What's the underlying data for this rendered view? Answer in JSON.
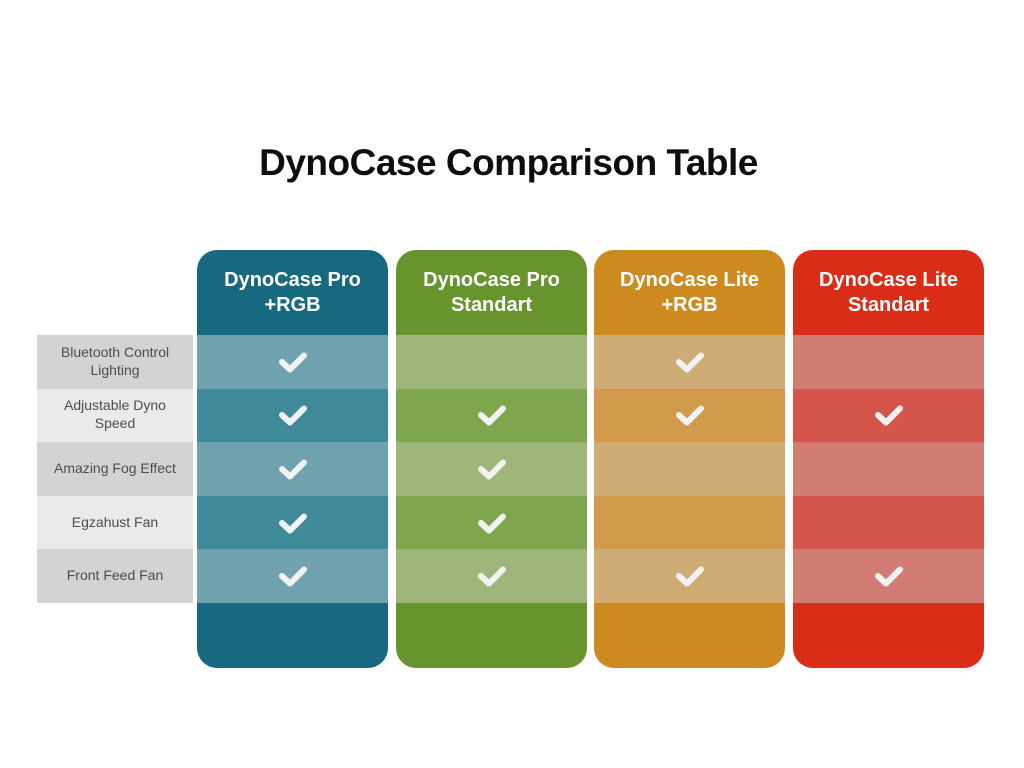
{
  "title": "DynoCase Comparison Table",
  "theme": {
    "background": "#ffffff",
    "title_color": "#0d0d0d",
    "label_row_dark": "#d3d3d3",
    "label_row_light": "#eaeaea",
    "label_text": "#4d4d4d",
    "check_color": "#f2f2f2"
  },
  "table": {
    "features": [
      {
        "label": "Bluetooth Control Lighting"
      },
      {
        "label": "Adjustable Dyno Speed"
      },
      {
        "label": "Amazing Fog Effect"
      },
      {
        "label": "Egzahust Fan"
      },
      {
        "label": "Front Feed Fan"
      }
    ],
    "columns": [
      {
        "label_line1": "DynoCase Pro",
        "label_line2": "+RGB",
        "color": "#16697e",
        "band_light": "#6fa2ae",
        "band_dark": "#3e8a99",
        "checks": [
          true,
          true,
          true,
          true,
          true
        ]
      },
      {
        "label_line1": "DynoCase Pro",
        "label_line2": "Standart",
        "color": "#68942d",
        "band_light": "#9fb67b",
        "band_dark": "#7ea74d",
        "checks": [
          false,
          true,
          true,
          true,
          true
        ]
      },
      {
        "label_line1": "DynoCase Lite",
        "label_line2": "+RGB",
        "color": "#cd8a1e",
        "band_light": "#cfab76",
        "band_dark": "#d09a4a",
        "checks": [
          true,
          true,
          false,
          false,
          true
        ]
      },
      {
        "label_line1": "DynoCase Lite",
        "label_line2": "Standart",
        "color": "#d92d18",
        "band_light": "#d17d74",
        "band_dark": "#d5554a",
        "checks": [
          false,
          true,
          false,
          false,
          true
        ]
      }
    ]
  },
  "chart_data": {
    "type": "table",
    "title": "DynoCase Comparison Table",
    "rows": [
      "Bluetooth Control Lighting",
      "Adjustable Dyno Speed",
      "Amazing Fog Effect",
      "Egzahust Fan",
      "Front Feed Fan"
    ],
    "columns": [
      "DynoCase Pro +RGB",
      "DynoCase Pro Standart",
      "DynoCase Lite +RGB",
      "DynoCase Lite Standart"
    ],
    "values": [
      [
        true,
        false,
        true,
        false
      ],
      [
        true,
        true,
        true,
        true
      ],
      [
        true,
        true,
        false,
        false
      ],
      [
        true,
        true,
        false,
        false
      ],
      [
        true,
        true,
        true,
        true
      ]
    ],
    "cell_symbol_true": "checkmark",
    "cell_symbol_false": "blank"
  }
}
